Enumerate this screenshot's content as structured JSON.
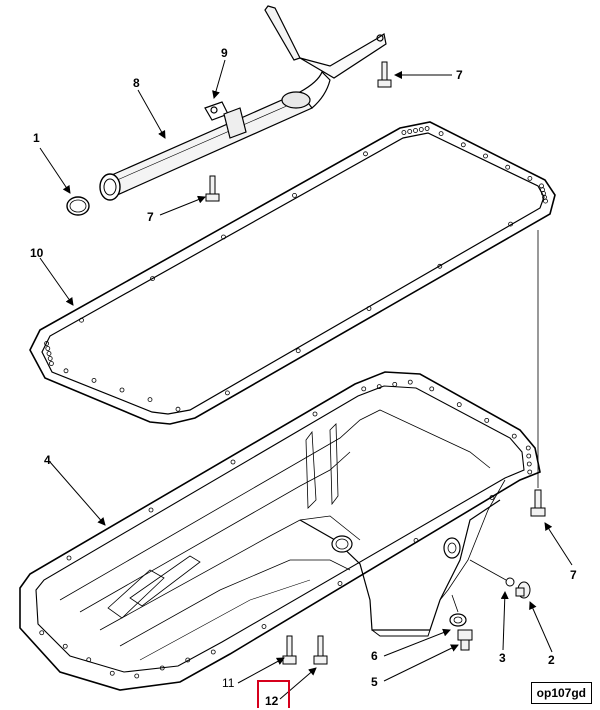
{
  "diagram": {
    "reference_code": "op107gd",
    "callouts": [
      {
        "id": "1",
        "label": "1"
      },
      {
        "id": "2",
        "label": "2"
      },
      {
        "id": "3",
        "label": "3"
      },
      {
        "id": "4",
        "label": "4"
      },
      {
        "id": "5",
        "label": "5"
      },
      {
        "id": "6",
        "label": "6"
      },
      {
        "id": "7a",
        "label": "7"
      },
      {
        "id": "7b",
        "label": "7"
      },
      {
        "id": "7c",
        "label": "7"
      },
      {
        "id": "8",
        "label": "8"
      },
      {
        "id": "9",
        "label": "9"
      },
      {
        "id": "10",
        "label": "10"
      },
      {
        "id": "11",
        "label": "11"
      },
      {
        "id": "12",
        "label": "12"
      }
    ],
    "colors": {
      "line": "#000000",
      "highlight": "#d6001c",
      "background": "#ffffff"
    }
  }
}
